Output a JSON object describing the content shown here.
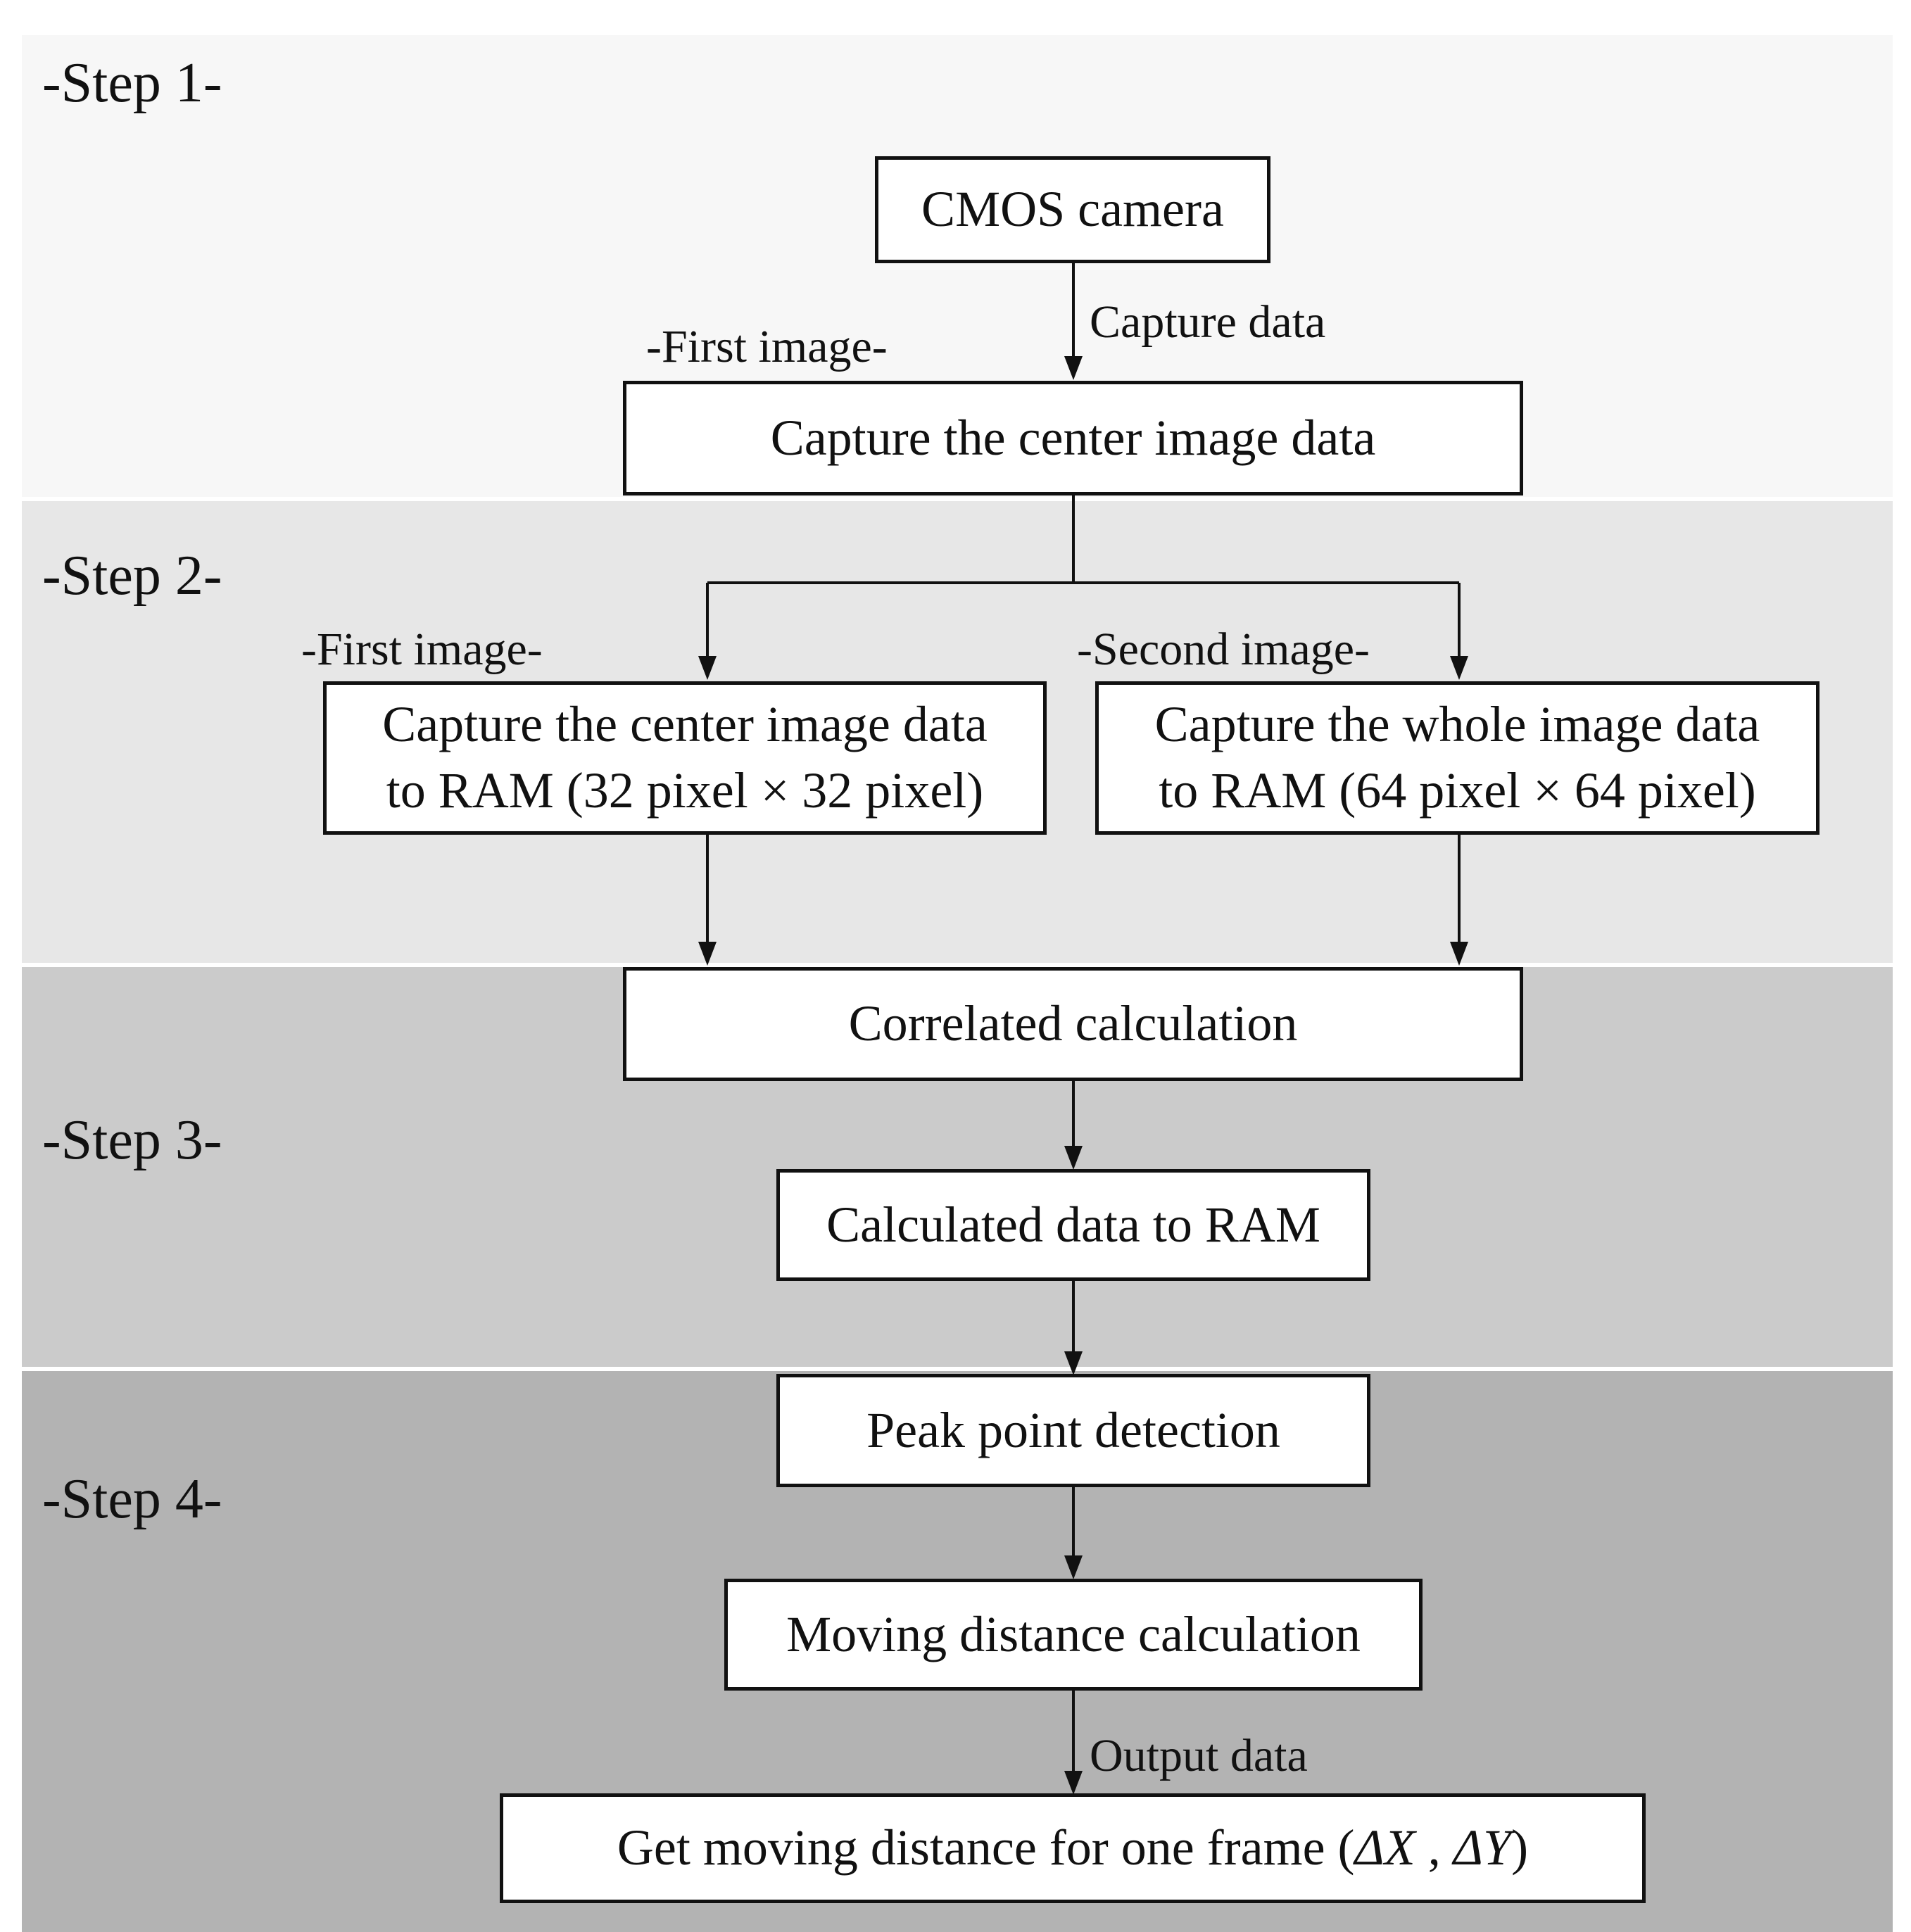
{
  "steps": {
    "step1": "-Step 1-",
    "step2": "-Step 2-",
    "step3": "-Step 3-",
    "step4": "-Step 4-"
  },
  "boxes": {
    "cmos_camera": "CMOS camera",
    "capture_center_step1": "Capture the center image data",
    "capture_center_ram": "Capture the center image data\nto RAM (32 pixel × 32 pixel)",
    "capture_whole_ram": "Capture the whole image data\nto RAM (64 pixel × 64 pixel)",
    "correlated_calculation": "Correlated calculation",
    "calculated_data_ram": "Calculated data to RAM",
    "peak_point_detection": "Peak point detection",
    "moving_distance_calculation": "Moving distance calculation",
    "get_moving_distance_prefix": "Get moving distance for one frame (",
    "delta_x": "ΔX",
    "comma": " , ",
    "delta_y": "ΔY",
    "close_paren": ")"
  },
  "labels": {
    "capture_data": "Capture data",
    "first_image_step1": "-First image-",
    "first_image_step2": "-First image-",
    "second_image": "-Second image-",
    "output_data": "Output data"
  },
  "colors": {
    "band1": "#f7f7f7",
    "band2": "#e7e7e7",
    "band3": "#cbcbcb",
    "band4": "#b3b3b3",
    "line": "#111111"
  }
}
